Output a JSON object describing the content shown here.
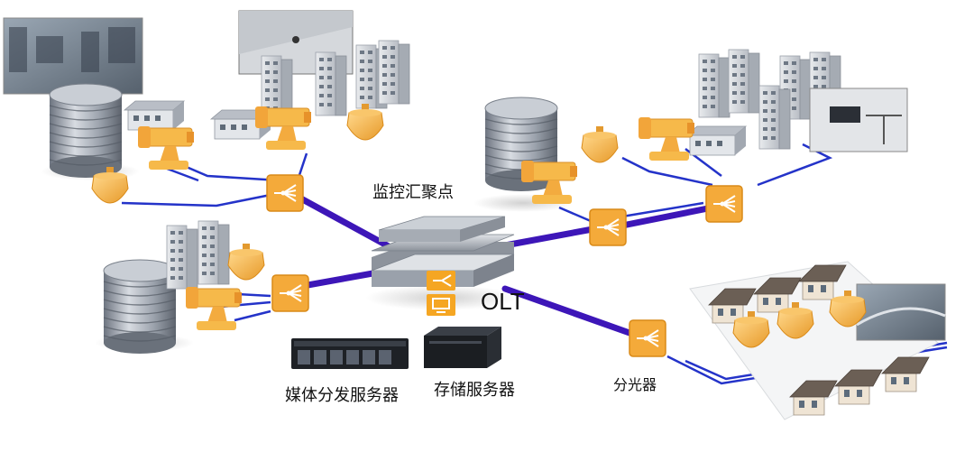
{
  "labels": {
    "monitoring_hub": "监控汇聚点",
    "olt": "OLT",
    "media_server": "媒体分发服务器",
    "storage_server": "存储服务器",
    "splitter": "分光器"
  },
  "colors": {
    "trunk_line": "#3d16b8",
    "access_line": "#2433c9",
    "splitter_orange": "#f4aa3a",
    "camera_orange": "#f6b94a",
    "dome_orange": "#f3b24a",
    "olt_orange": "#f5a623"
  },
  "icons": {
    "olt_icon_top": "signal-arrows-icon",
    "olt_icon_bottom": "monitor-icon"
  }
}
